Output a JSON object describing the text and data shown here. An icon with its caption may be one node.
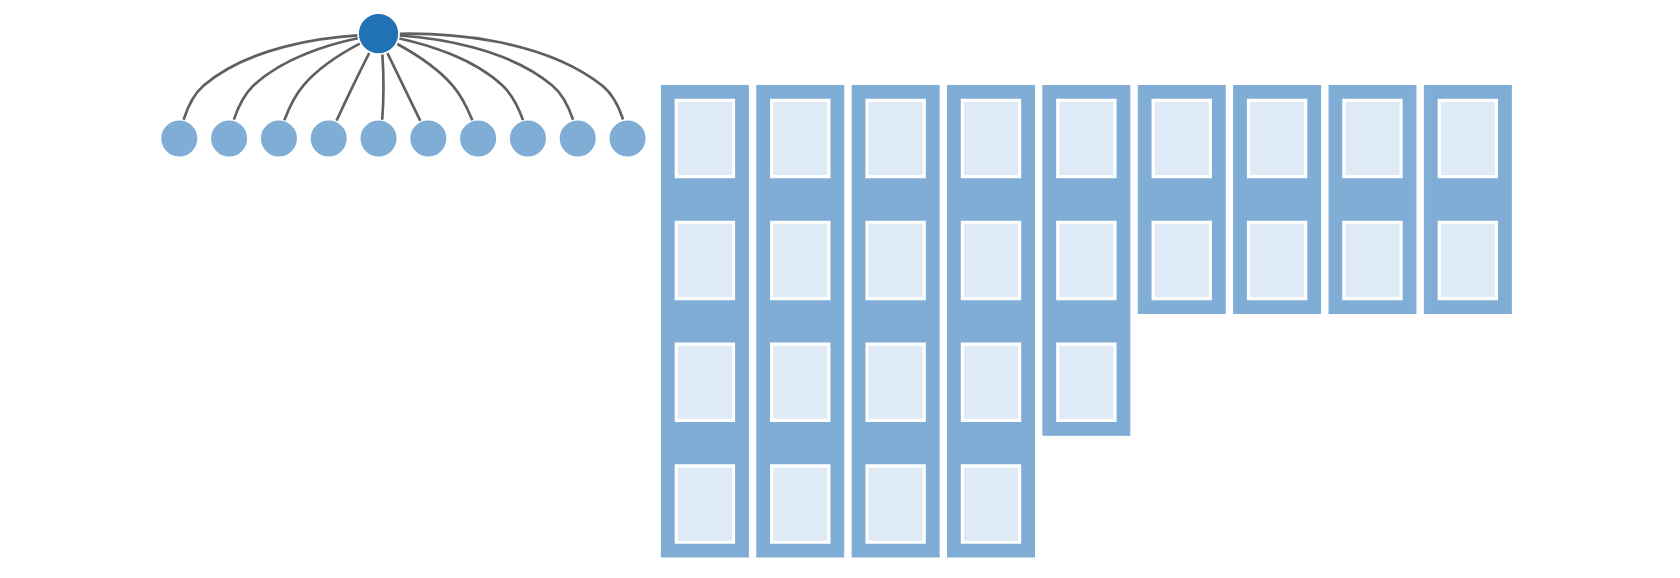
{
  "diagram": {
    "nodes": [
      {
        "text": [],
        "shape": "circle"
      },
      {
        "text": [],
        "shape": "bar"
      },
      {
        "text": [],
        "shape": "box",
        "in": 1
      },
      {
        "text": [],
        "shape": "box",
        "in": 1
      },
      {
        "text": [],
        "shape": "box",
        "in": 1
      },
      {
        "text": [],
        "shape": "box",
        "in": 1
      },
      {
        "text": [],
        "shape": "circle"
      },
      {
        "text": [],
        "shape": "circle"
      },
      {
        "text": [],
        "shape": "bar"
      },
      {
        "text": [],
        "shape": "box",
        "in": 8
      },
      {
        "text": [],
        "shape": "box",
        "in": 8
      },
      {
        "text": [],
        "shape": "box",
        "in": 8
      },
      {
        "text": [],
        "shape": "box",
        "in": 8
      },
      {
        "text": [],
        "shape": "circle"
      },
      {
        "text": [],
        "shape": "bar"
      },
      {
        "text": [],
        "shape": "box",
        "in": 14
      },
      {
        "text": [],
        "shape": "box",
        "in": 14
      },
      {
        "text": [],
        "shape": "box",
        "in": 14
      },
      {
        "text": [],
        "shape": "box",
        "in": 14
      },
      {
        "text": [],
        "shape": "circle"
      },
      {
        "text": [],
        "shape": "bar"
      },
      {
        "text": [],
        "shape": "box",
        "in": 20
      },
      {
        "text": [],
        "shape": "box",
        "in": 20
      },
      {
        "text": [],
        "shape": "box",
        "in": 20
      },
      {
        "text": [],
        "shape": "box",
        "in": 20
      },
      {
        "text": [],
        "shape": "bar"
      },
      {
        "text": [],
        "shape": "box",
        "in": 25
      },
      {
        "text": [],
        "shape": "box",
        "in": 25
      },
      {
        "text": [],
        "shape": "box",
        "in": 25
      },
      {
        "text": [],
        "shape": "circle"
      },
      {
        "text": [],
        "shape": "circle"
      },
      {
        "text": [],
        "shape": "circle"
      },
      {
        "text": [],
        "shape": "bar"
      },
      {
        "text": [],
        "shape": "box",
        "in": 32
      },
      {
        "text": [],
        "shape": "box",
        "in": 32
      },
      {
        "text": [],
        "shape": "bar"
      },
      {
        "text": [],
        "shape": "box",
        "in": 35
      },
      {
        "text": [],
        "shape": "box",
        "in": 35
      },
      {
        "text": [],
        "shape": "circle"
      },
      {
        "text": [],
        "shape": "circle"
      },
      {
        "text": [],
        "shape": "bar"
      },
      {
        "text": [],
        "shape": "box",
        "in": 40
      },
      {
        "text": [],
        "shape": "box",
        "in": 40
      },
      {
        "text": [],
        "shape": "bar"
      },
      {
        "text": [],
        "shape": "box",
        "in": 43
      },
      {
        "text": [],
        "shape": "box",
        "in": 43
      },
      {
        "text": [],
        "shape": "circle"
      }
    ],
    "edges": [
      {
        "from": 0,
        "to": 6,
        "arrow": "none"
      },
      {
        "from": 0,
        "to": 7,
        "arrow": "none"
      },
      {
        "from": 0,
        "to": 13,
        "arrow": "none"
      },
      {
        "from": 0,
        "to": 19,
        "arrow": "none"
      },
      {
        "from": 0,
        "to": 29,
        "arrow": "none"
      },
      {
        "from": 0,
        "to": 30,
        "arrow": "none"
      },
      {
        "from": 0,
        "to": 31,
        "arrow": "none"
      },
      {
        "from": 0,
        "to": 38,
        "arrow": "none"
      },
      {
        "from": 0,
        "to": 39,
        "arrow": "none"
      },
      {
        "from": 0,
        "to": 46,
        "arrow": "none"
      }
    ]
  }
}
